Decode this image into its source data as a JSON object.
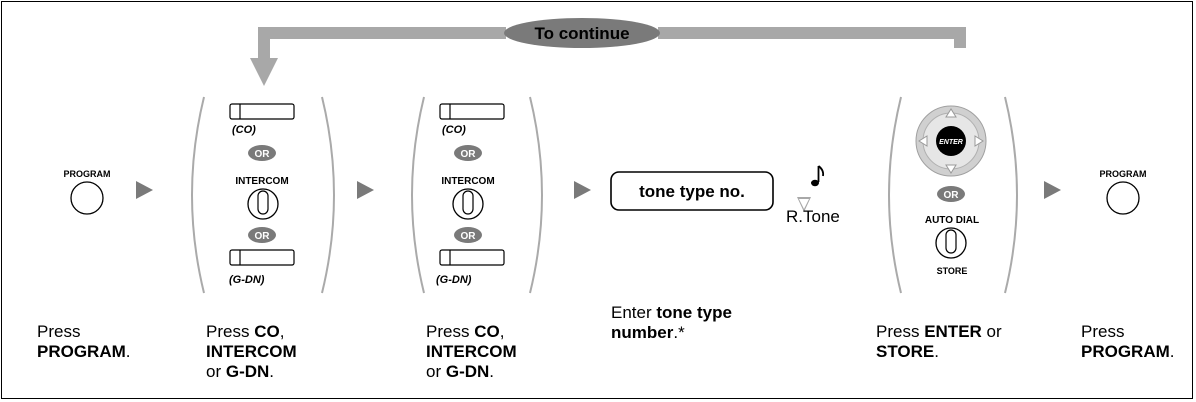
{
  "continue_label": "To continue",
  "labels": {
    "program": "PROGRAM",
    "co": "(CO)",
    "or": "OR",
    "intercom": "INTERCOM",
    "gdn": "(G-DN)",
    "tone_box": "tone type no.",
    "r_tone": "R.Tone",
    "enter_key": "ENTER",
    "auto_dial": "AUTO DIAL",
    "store": "STORE"
  },
  "captions": {
    "step1": {
      "pre": "Press",
      "bold": "PROGRAM",
      "post": "."
    },
    "step2": {
      "pre": "Press ",
      "co": "CO",
      "comma": ",",
      "intercom": "INTERCOM",
      "or_text": "or ",
      "gdn": "G-DN",
      "period": "."
    },
    "step3": {
      "pre": "Press ",
      "co": "CO",
      "comma": ",",
      "intercom": "INTERCOM",
      "or_text": "or ",
      "gdn": "G-DN",
      "period": "."
    },
    "step4": {
      "pre": "Enter ",
      "bold1": "tone type",
      "bold2": "number",
      "post": ".*"
    },
    "step5": {
      "pre": "Press ",
      "enter": "ENTER",
      "or_text": " or",
      "store": "STORE",
      "period": "."
    },
    "step6": {
      "pre": "Press",
      "bold": "PROGRAM",
      "post": "."
    }
  },
  "colors": {
    "line": "#000000",
    "gray": "#a8a8a8",
    "dark_gray": "#6b6b6b",
    "badge": "#7a7a7a",
    "enter_key": "#000000"
  }
}
